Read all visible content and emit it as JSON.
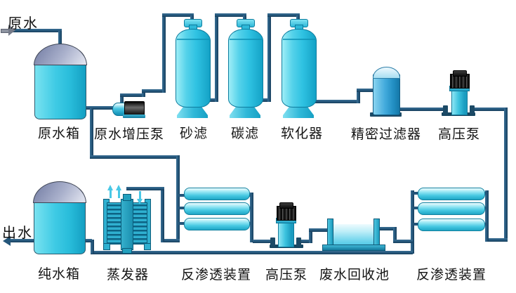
{
  "diagram": {
    "flow": {
      "inlet": "原水",
      "outlet": "出水"
    },
    "equipment": {
      "raw_tank": "原水箱",
      "booster_pump": "原水增压泵",
      "sand_filter": "砂滤",
      "carbon_filter": "碳滤",
      "softener": "软化器",
      "precision_filter": "精密过滤器",
      "hp_pump_top": "高压泵",
      "pure_tank": "纯水箱",
      "evaporator": "蒸发器",
      "ro_left": "反渗透装置",
      "hp_pump_bottom": "高压泵",
      "waste_pool": "废水回收池",
      "ro_right": "反渗透装置"
    },
    "colors": {
      "background": "#ffffff",
      "pipe": "#24567a",
      "equipment_cyan": "#2fc2e2",
      "tank_dome_gray": "#aab1cc",
      "motor_black": "#1a1a1a",
      "steam_arrow_cyan": "#49c8e6",
      "label_text": "#141414"
    }
  }
}
